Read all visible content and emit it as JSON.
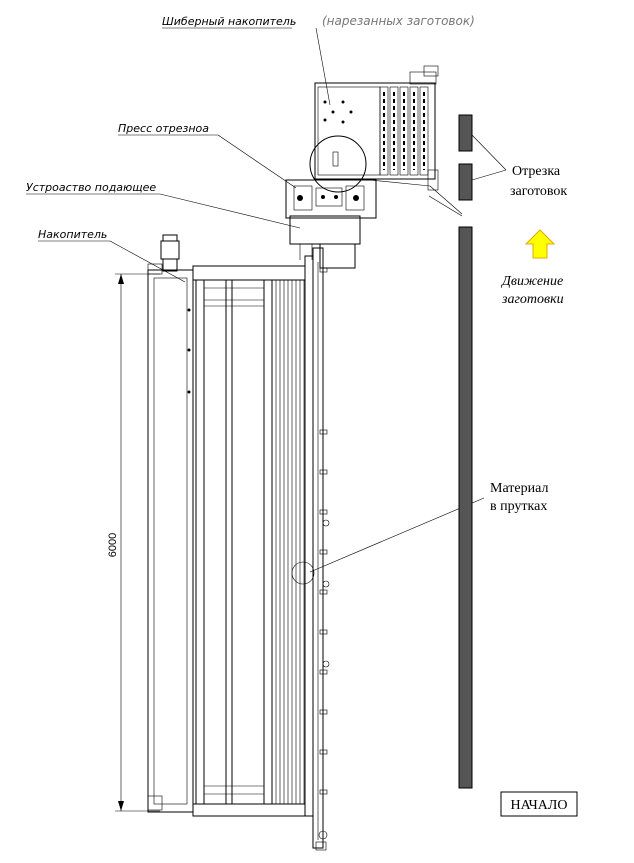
{
  "labels": {
    "gate_storage": "Шиберный накопитель",
    "gate_storage_note": "(нарезанных заготовок)",
    "press": "Пресс отрезноа",
    "feeder": "Устроаство подающее",
    "storage": "Накопитель",
    "cutting_line1": "Отрезка",
    "cutting_line2": "заготовок",
    "motion_line1": "Движение",
    "motion_line2": "заготовки",
    "material_line1": "Материал",
    "material_line2": "в прутках",
    "start": "НАЧАЛО",
    "dimension": "6000"
  },
  "colors": {
    "arrow_fill": "#ffff00",
    "arrow_stroke": "#e6a800",
    "bar_fill": "#555555",
    "note_gray": "#777777"
  }
}
